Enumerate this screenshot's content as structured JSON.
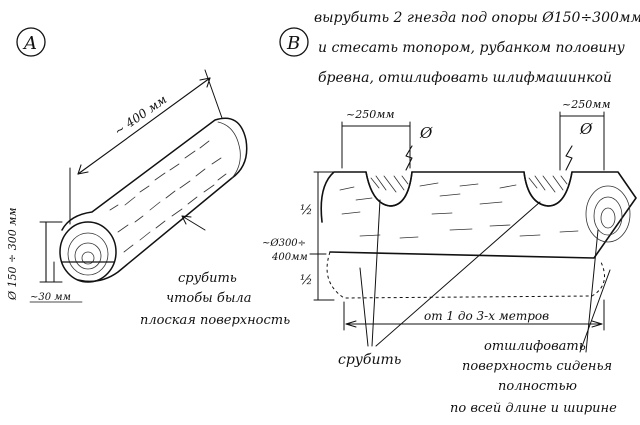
{
  "panel_a": {
    "label": "A",
    "length": "~ 400 мм",
    "diameter": "Ø 150 ÷ 300 мм",
    "cut_depth": "~30 мм",
    "note_line1": "срубить",
    "note_line2": "чтобы была",
    "note_line3": "плоская поверхность"
  },
  "panel_b": {
    "label": "B",
    "title_line1": "вырубить 2 гнезда под опоры Ø150÷300мм",
    "title_line2": "и стесать топором, рубанком половину",
    "title_line3": "бревна, отшлифовать шлифмашинкой",
    "socket_left_width": "~250мм",
    "socket_right_width": "~250мм",
    "phi_left": "Ø",
    "phi_right": "Ø",
    "half_top": "½",
    "half_bottom": "½",
    "log_diameter_line1": "~Ø300÷",
    "log_diameter_line2": "400мм",
    "length": "от 1 до 3-х метров",
    "cut_label": "срубить",
    "polish_line1": "отшлифовать",
    "polish_line2": "поверхность сиденья",
    "polish_line3": "полностью",
    "polish_line4": "по всей длине и ширине"
  }
}
